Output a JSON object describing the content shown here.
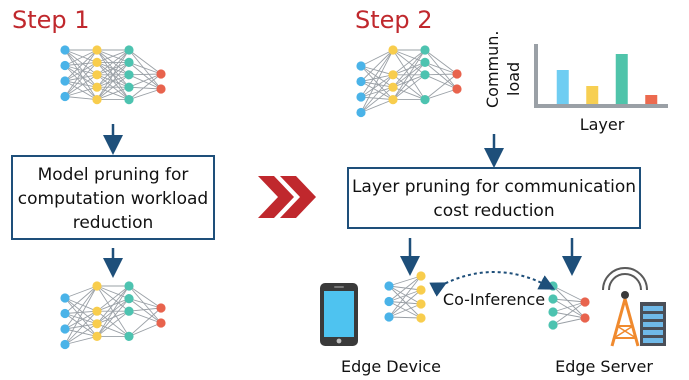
{
  "step1": {
    "title": "Step 1",
    "box_lines": [
      "Model pruning for",
      "computation workload",
      "reduction"
    ]
  },
  "step2": {
    "title": "Step 2",
    "box_lines": [
      "Layer pruning for communication",
      "cost reduction"
    ]
  },
  "chart": {
    "ylabel_lines": [
      "Commun.",
      "load"
    ],
    "xlabel": "Layer"
  },
  "chart_data": {
    "type": "bar",
    "categories": [
      "",
      "",
      "",
      ""
    ],
    "values": [
      3.4,
      1.8,
      5.0,
      0.9
    ],
    "colors": [
      "#6fcdf2",
      "#f7cf52",
      "#4fc4aa",
      "#ec6a4f"
    ],
    "xlabel": "Layer",
    "ylabel": "Commun. load",
    "ylim": [
      0,
      6
    ]
  },
  "bottom": {
    "co_inference": "Co-Inference",
    "edge_device": "Edge Device",
    "edge_server": "Edge Server"
  },
  "colors": {
    "title_red": "#c0282d",
    "box_border": "#1e4f7a",
    "arrow_blue": "#1e4f7a",
    "node_blue": "#4ab3e8",
    "node_yellow": "#f8cd4d",
    "node_teal": "#4dc3b0",
    "node_red": "#e8634d",
    "edge_gray": "#9aa0a6"
  }
}
